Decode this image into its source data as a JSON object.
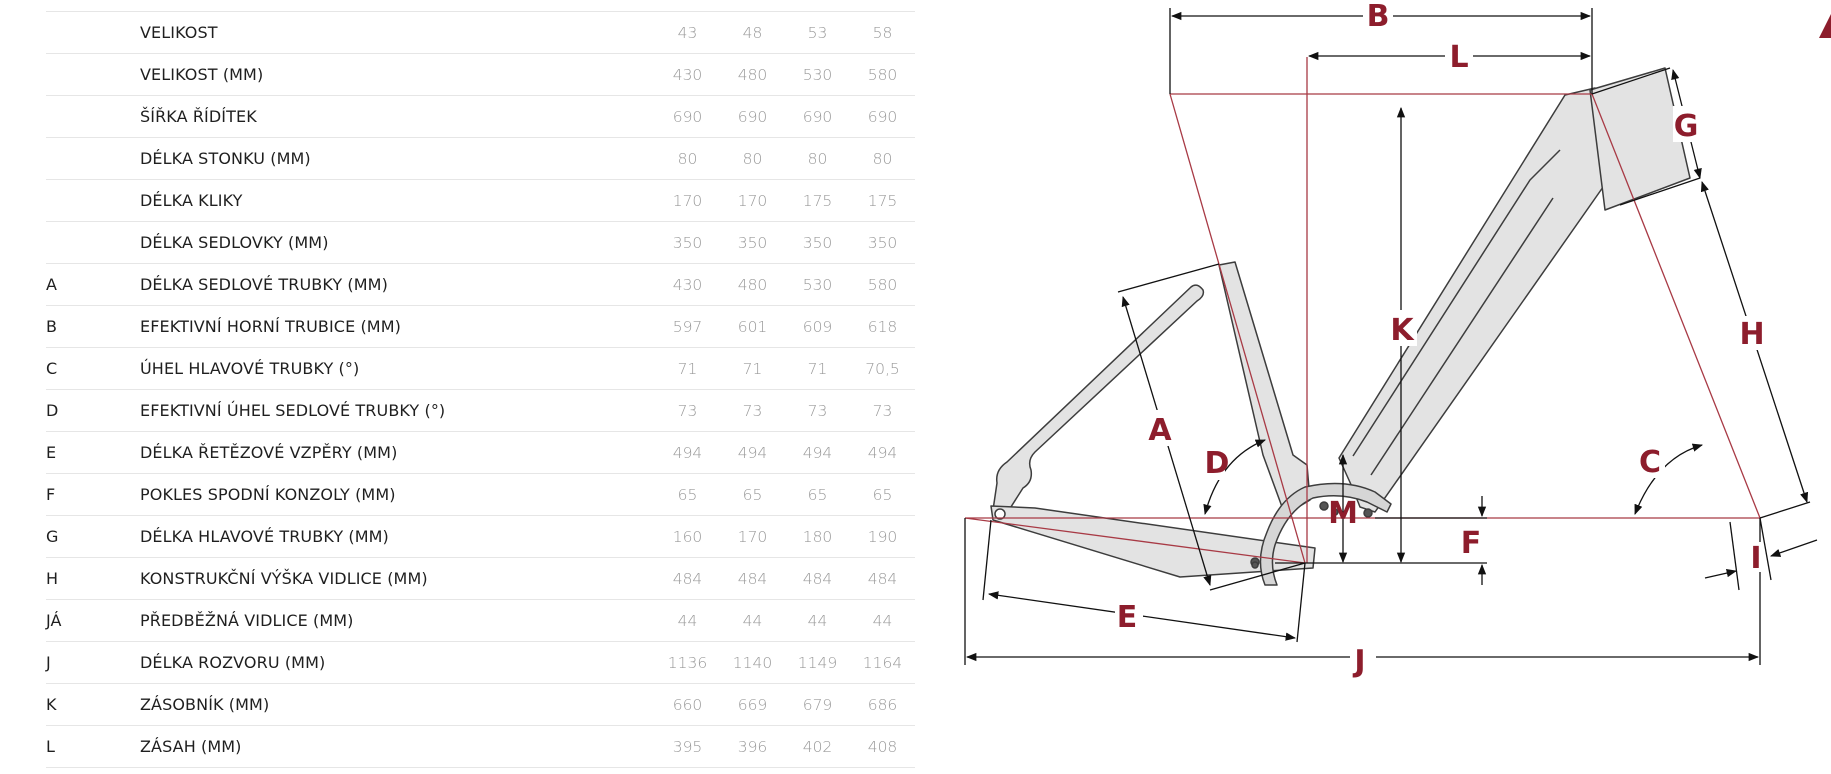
{
  "geometry_table": {
    "rows": [
      {
        "code": "",
        "label": "VELIKOST",
        "values": [
          "43",
          "48",
          "53",
          "58"
        ]
      },
      {
        "code": "",
        "label": "VELIKOST (MM)",
        "values": [
          "430",
          "480",
          "530",
          "580"
        ]
      },
      {
        "code": "",
        "label": "ŠÍŘKA ŘÍDÍTEK",
        "values": [
          "690",
          "690",
          "690",
          "690"
        ]
      },
      {
        "code": "",
        "label": "DÉLKA STONKU (MM)",
        "values": [
          "80",
          "80",
          "80",
          "80"
        ]
      },
      {
        "code": "",
        "label": "DÉLKA KLIKY",
        "values": [
          "170",
          "170",
          "175",
          "175"
        ]
      },
      {
        "code": "",
        "label": "DÉLKA SEDLOVKY (MM)",
        "values": [
          "350",
          "350",
          "350",
          "350"
        ]
      },
      {
        "code": "A",
        "label": "DÉLKA SEDLOVÉ TRUBKY (MM)",
        "values": [
          "430",
          "480",
          "530",
          "580"
        ]
      },
      {
        "code": "B",
        "label": "EFEKTIVNÍ HORNÍ TRUBICE (MM)",
        "values": [
          "597",
          "601",
          "609",
          "618"
        ]
      },
      {
        "code": "C",
        "label": "ÚHEL HLAVOVÉ TRUBKY (°)",
        "values": [
          "71",
          "71",
          "71",
          "70,5"
        ]
      },
      {
        "code": "D",
        "label": "EFEKTIVNÍ ÚHEL SEDLOVÉ TRUBKY (°)",
        "values": [
          "73",
          "73",
          "73",
          "73"
        ]
      },
      {
        "code": "E",
        "label": "DÉLKA ŘETĚZOVÉ VZPĚRY (MM)",
        "values": [
          "494",
          "494",
          "494",
          "494"
        ]
      },
      {
        "code": "F",
        "label": "POKLES SPODNÍ KONZOLY (MM)",
        "values": [
          "65",
          "65",
          "65",
          "65"
        ]
      },
      {
        "code": "G",
        "label": "DÉLKA HLAVOVÉ TRUBKY (MM)",
        "values": [
          "160",
          "170",
          "180",
          "190"
        ]
      },
      {
        "code": "H",
        "label": "KONSTRUKČNÍ VÝŠKA VIDLICE (MM)",
        "values": [
          "484",
          "484",
          "484",
          "484"
        ]
      },
      {
        "code": "JÁ",
        "label": "PŘEDBĚŽNÁ VIDLICE (MM)",
        "values": [
          "44",
          "44",
          "44",
          "44"
        ]
      },
      {
        "code": "J",
        "label": "DÉLKA ROZVORU (MM)",
        "values": [
          "1136",
          "1140",
          "1149",
          "1164"
        ]
      },
      {
        "code": "K",
        "label": "ZÁSOBNÍK (MM)",
        "values": [
          "660",
          "669",
          "679",
          "686"
        ]
      },
      {
        "code": "L",
        "label": "ZÁSAH (MM)",
        "values": [
          "395",
          "396",
          "402",
          "408"
        ]
      }
    ]
  },
  "diagram": {
    "labels": {
      "A": "A",
      "B": "B",
      "C": "C",
      "D": "D",
      "E": "E",
      "F": "F",
      "G": "G",
      "H": "H",
      "I": "I",
      "J": "J",
      "K": "K",
      "L": "L",
      "M": "M"
    },
    "label_color": "#8d1d2c",
    "frame_fill": "#e3e3e3",
    "frame_stroke": "#3d3d3d",
    "geometry_line_color": "#a83a45",
    "dimension_line_color": "#111111"
  }
}
